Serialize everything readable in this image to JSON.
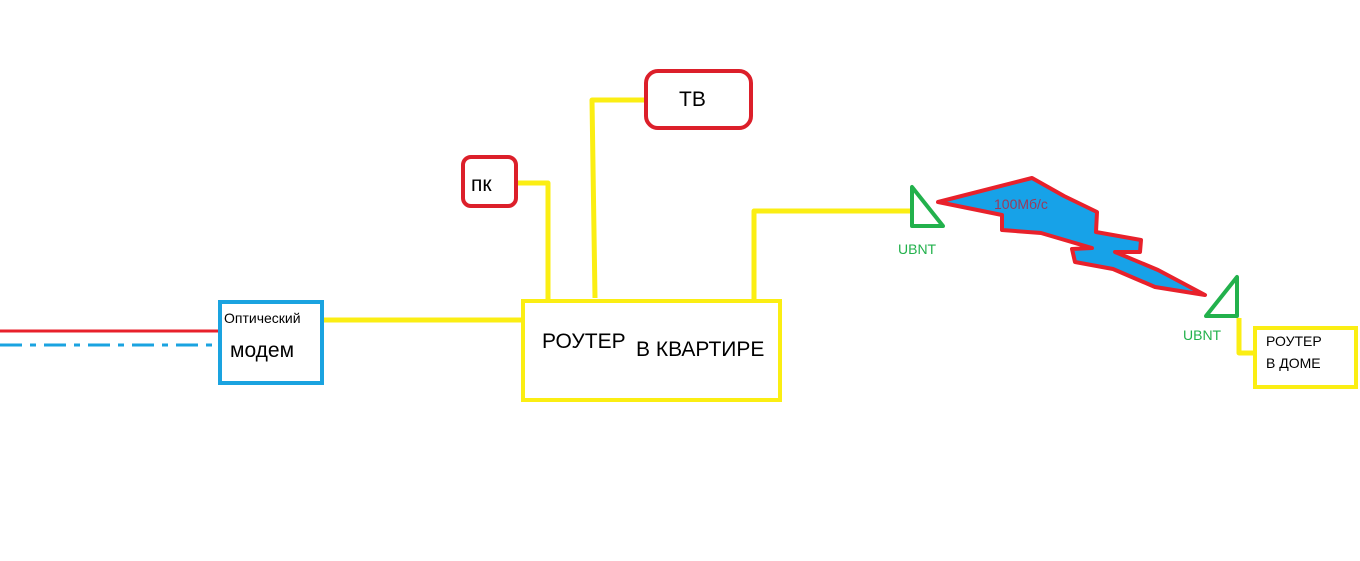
{
  "diagram": {
    "colors": {
      "fiber_red": "#e8212b",
      "fiber_blue": "#1aa3e0",
      "cable_yellow": "#fbee13",
      "device_red": "#dc1f2a",
      "modem_blue": "#1aa3e0",
      "antenna_green": "#22b14c",
      "link_fill": "#17a2e8",
      "link_text": "#9b3a5a"
    },
    "nodes": {
      "modem": {
        "line1": "Оптический",
        "line2": "модем"
      },
      "router_flat": {
        "part1": "РОУТЕР",
        "part2": "В КВАРТИРЕ"
      },
      "tv": {
        "label": "ТВ"
      },
      "pc": {
        "label": "пк"
      },
      "antenna_left": {
        "label": "UBNT"
      },
      "antenna_right": {
        "label": "UBNT"
      },
      "router_house": {
        "line1": "РОУТЕР",
        "line2": "В ДОМЕ"
      }
    },
    "link": {
      "speed": "100Мб/с"
    }
  }
}
